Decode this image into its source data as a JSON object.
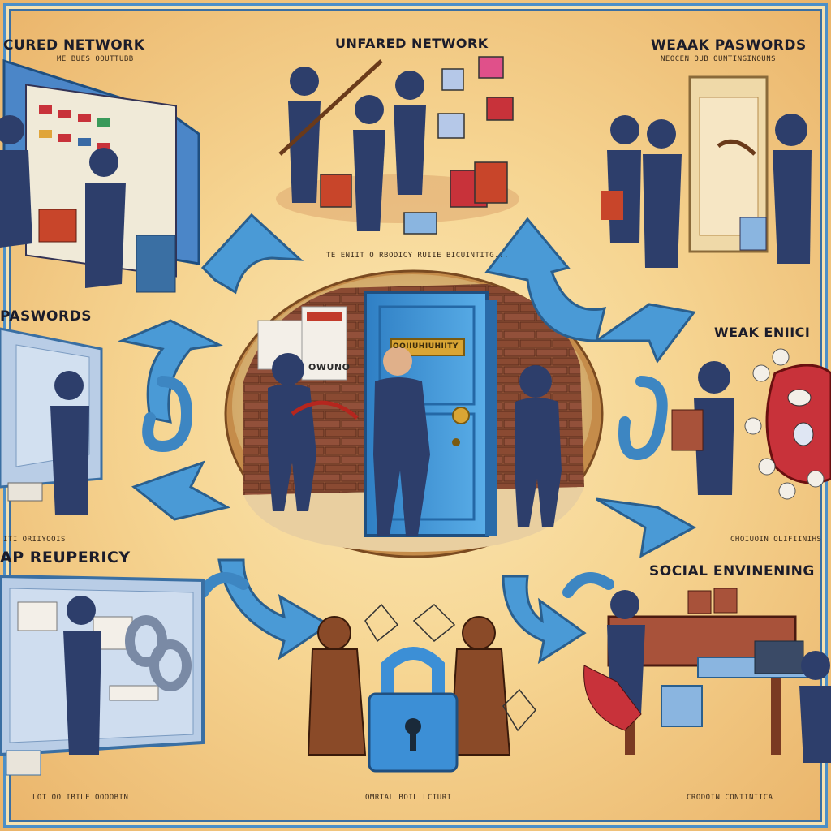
{
  "scenes": {
    "top_left": {
      "title": "CURED NETWORK",
      "caption": "ME BUES OOUTTUBB"
    },
    "top_center": {
      "title": "UNFARED NETWORK"
    },
    "top_right": {
      "title": "WEAAK PASWORDS",
      "caption": "NEOCEN OUB OUNTINGINOUNS"
    },
    "mid_left": {
      "title": "PASWORDS"
    },
    "mid_right": {
      "title": "WEAK ENIICI"
    },
    "bottom_left": {
      "title": "AP REUPERICY"
    },
    "bottom_right": {
      "title": "SOCIAL ENVINENING"
    }
  },
  "center": {
    "caption": "TE ENIIT O RBODICY RUIIE BICUINTITG...",
    "door_sign": "OOIIUHIUHIITY",
    "wall_sign": "OWUNO"
  },
  "footer_captions": {
    "left": "LOT OO IBILE OOOOBIN",
    "center": "OMRTAL BOIL LCIURI",
    "right": "CRODOIN CONTINIICA"
  },
  "side_captions": {
    "left": "ITI ORIIYOOIS",
    "right": "CHOIUOIN OLIFIINIHS"
  },
  "colors": {
    "arrow": "#4a9ad6",
    "arrow_stroke": "#2a5f8e",
    "figure": "#2d3e6b",
    "door": "#3b8ed4",
    "brick": "#8a4a32",
    "lock": "#3c8fd6"
  },
  "icons": [
    "padlock-icon",
    "keyhole-icon",
    "crowbar-icon",
    "chain-icon",
    "network-node-icon"
  ]
}
